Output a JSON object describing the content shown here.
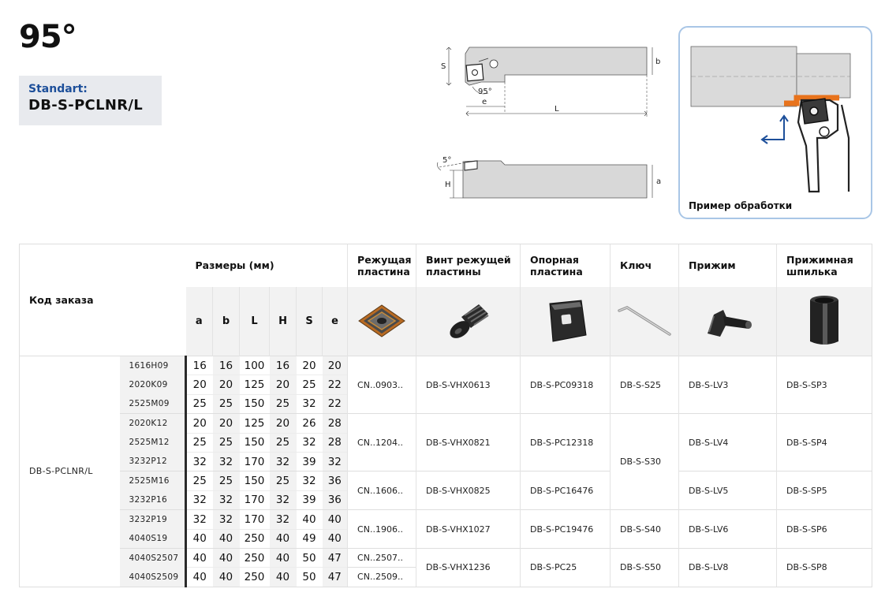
{
  "title": "95°",
  "standard": {
    "label": "Standart:",
    "code": "DB-S-PCLNR/L"
  },
  "drawing": {
    "dims_top": {
      "s": "S",
      "b": "b",
      "angle": "95°",
      "e": "e",
      "L": "L"
    },
    "dims_side": {
      "angle": "5°",
      "H": "H",
      "a": "a"
    }
  },
  "example": {
    "caption": "Пример обработки"
  },
  "table": {
    "order_code_header": "Код заказа",
    "sizes_header": "Размеры (мм)",
    "insert_header": "Режущая пластина",
    "screw_header": "Винт режущей пластины",
    "shim_header": "Опорная пластина",
    "key_header": "Ключ",
    "clamp_header": "Прижим",
    "pin_header": "Прижимная шпилька",
    "dim_columns": [
      "a",
      "b",
      "L",
      "H",
      "S",
      "e"
    ],
    "family": "DB-S-PCLNR/L",
    "rows": [
      {
        "size": "1616H09",
        "dims": [
          "16",
          "16",
          "100",
          "16",
          "20",
          "20"
        ]
      },
      {
        "size": "2020K09",
        "dims": [
          "20",
          "20",
          "125",
          "20",
          "25",
          "22"
        ]
      },
      {
        "size": "2525M09",
        "dims": [
          "25",
          "25",
          "150",
          "25",
          "32",
          "22"
        ]
      },
      {
        "size": "2020K12",
        "dims": [
          "20",
          "20",
          "125",
          "20",
          "26",
          "28"
        ]
      },
      {
        "size": "2525M12",
        "dims": [
          "25",
          "25",
          "150",
          "25",
          "32",
          "28"
        ]
      },
      {
        "size": "3232P12",
        "dims": [
          "32",
          "32",
          "170",
          "32",
          "39",
          "32"
        ]
      },
      {
        "size": "2525M16",
        "dims": [
          "25",
          "25",
          "150",
          "25",
          "32",
          "36"
        ]
      },
      {
        "size": "3232P16",
        "dims": [
          "32",
          "32",
          "170",
          "32",
          "39",
          "36"
        ]
      },
      {
        "size": "3232P19",
        "dims": [
          "32",
          "32",
          "170",
          "32",
          "40",
          "40"
        ]
      },
      {
        "size": "4040S19",
        "dims": [
          "40",
          "40",
          "250",
          "40",
          "49",
          "40"
        ]
      },
      {
        "size": "4040S2507",
        "dims": [
          "40",
          "40",
          "250",
          "40",
          "50",
          "47"
        ]
      },
      {
        "size": "4040S2509",
        "dims": [
          "40",
          "40",
          "250",
          "40",
          "50",
          "47"
        ]
      }
    ],
    "groups": {
      "g09": {
        "insert": "CN..0903..",
        "screw": "DB-S-VHX0613",
        "shim": "DB-S-PC09318",
        "key": "DB-S-S25",
        "clamp": "DB-S-LV3",
        "pin": "DB-S-SP3"
      },
      "g12": {
        "insert": "CN..1204..",
        "screw": "DB-S-VHX0821",
        "shim": "DB-S-PC12318",
        "clamp": "DB-S-LV4",
        "pin": "DB-S-SP4"
      },
      "g16": {
        "insert": "CN..1606..",
        "screw": "DB-S-VHX0825",
        "shim": "DB-S-PC16476",
        "clamp": "DB-S-LV5",
        "pin": "DB-S-SP5"
      },
      "key_12_16": "DB-S-S30",
      "g19": {
        "insert": "CN..1906..",
        "screw": "DB-S-VHX1027",
        "shim": "DB-S-PC19476",
        "key": "DB-S-S40",
        "clamp": "DB-S-LV6",
        "pin": "DB-S-SP6"
      },
      "g25": {
        "insert_2507": "CN..2507..",
        "insert_2509": "CN..2509..",
        "screw": "DB-S-VHX1236",
        "shim": "DB-S-PC25",
        "key": "DB-S-S50",
        "clamp": "DB-S-LV8",
        "pin": "DB-S-SP8"
      }
    }
  },
  "colors": {
    "accent_blue": "#1d4f9a",
    "box_border": "#a9c6e6",
    "insert_orange": "#e8731c"
  }
}
